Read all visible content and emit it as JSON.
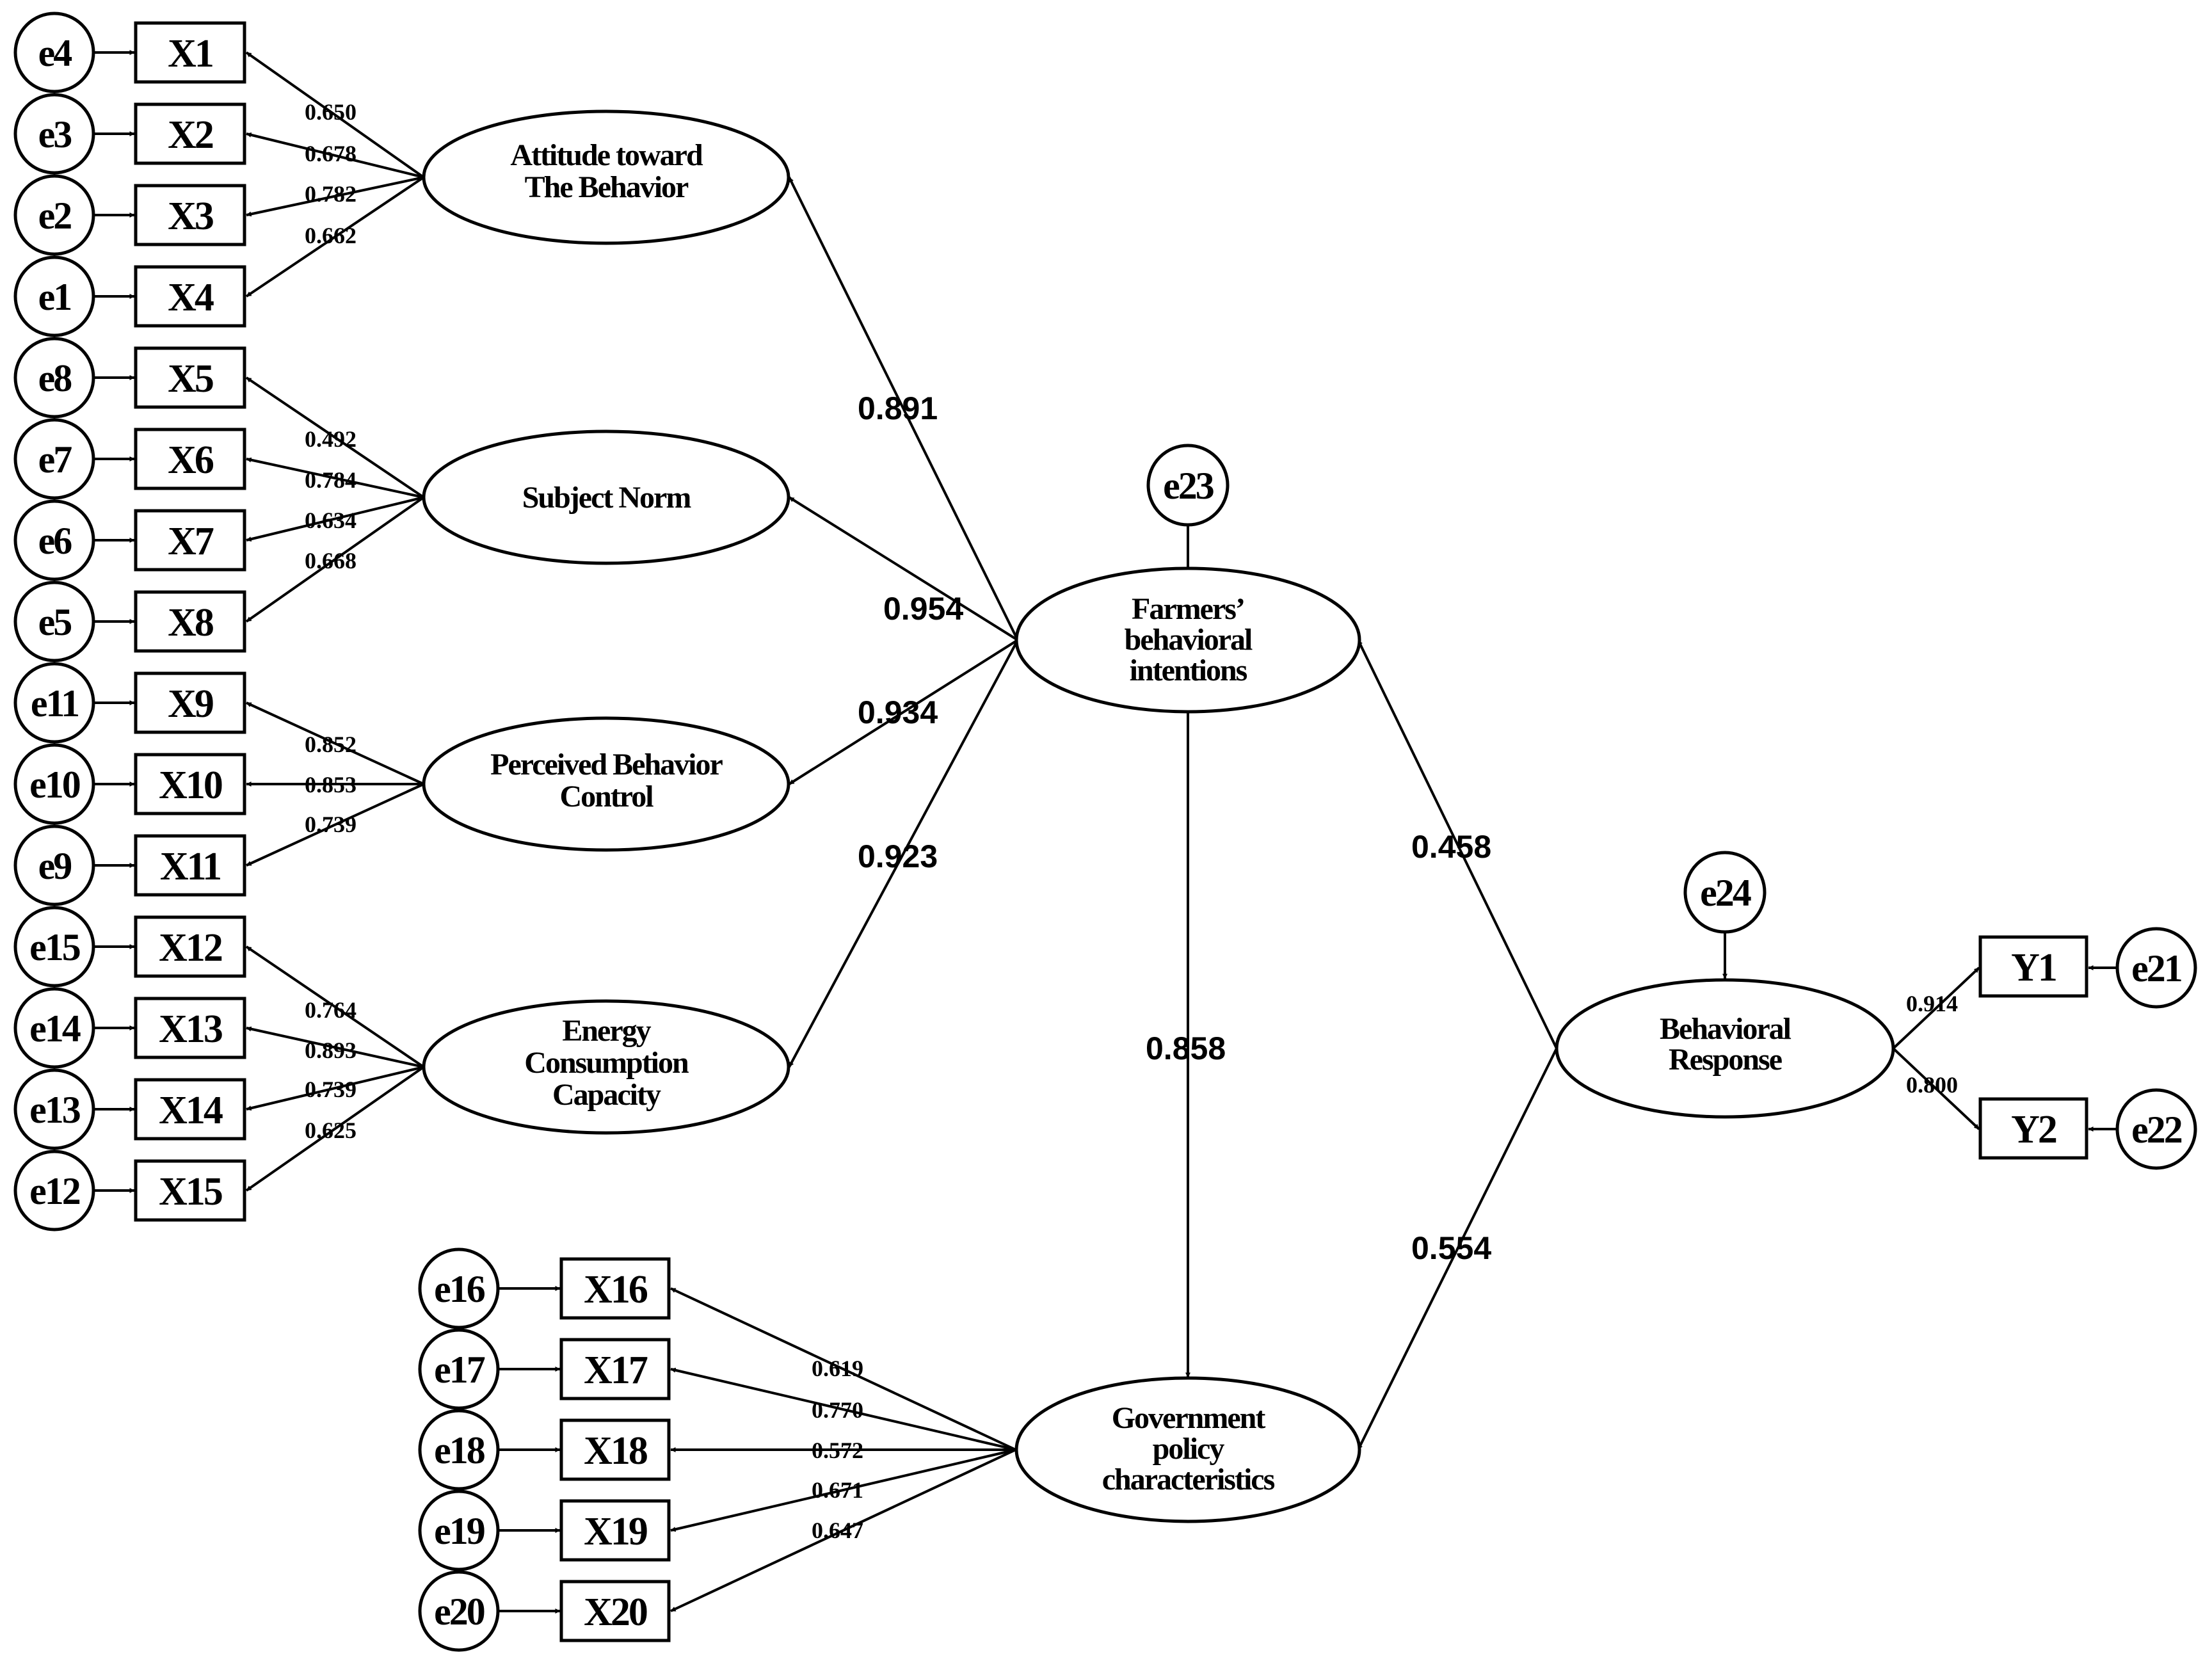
{
  "latents": {
    "attitude": {
      "line1": "Attitude toward",
      "line2": "The Behavior"
    },
    "subject_norm": {
      "line1": "Subject Norm"
    },
    "pbc": {
      "line1": "Perceived Behavior",
      "line2": "Control"
    },
    "energy": {
      "line1": "Energy",
      "line2": "Consumption",
      "line3": "Capacity"
    },
    "intentions": {
      "line1": "Farmers’",
      "line2": "behavioral",
      "line3": "intentions"
    },
    "government": {
      "line1": "Government",
      "line2": "policy",
      "line3": "characteristics"
    },
    "response": {
      "line1": "Behavioral",
      "line2": "Response"
    }
  },
  "observed": {
    "x1": "X1",
    "x2": "X2",
    "x3": "X3",
    "x4": "X4",
    "x5": "X5",
    "x6": "X6",
    "x7": "X7",
    "x8": "X8",
    "x9": "X9",
    "x10": "X10",
    "x11": "X11",
    "x12": "X12",
    "x13": "X13",
    "x14": "X14",
    "x15": "X15",
    "x16": "X16",
    "x17": "X17",
    "x18": "X18",
    "x19": "X19",
    "x20": "X20",
    "y1": "Y1",
    "y2": "Y2"
  },
  "errors": {
    "x1": "e4",
    "x2": "e3",
    "x3": "e2",
    "x4": "e1",
    "x5": "e8",
    "x6": "e7",
    "x7": "e6",
    "x8": "e5",
    "x9": "e11",
    "x10": "e10",
    "x11": "e9",
    "x12": "e15",
    "x13": "e14",
    "x14": "e13",
    "x15": "e12",
    "x16": "e16",
    "x17": "e17",
    "x18": "e18",
    "x19": "e19",
    "x20": "e20",
    "y1": "e21",
    "y2": "e22",
    "intentions": "e23",
    "response": "e24"
  },
  "loadings": {
    "x1": "0.650",
    "x2": "0.678",
    "x3": "0.782",
    "x4": "0.662",
    "x5": "0.492",
    "x6": "0.784",
    "x7": "0.634",
    "x8": "0.668",
    "x9": "0.852",
    "x10": "0.853",
    "x11": "0.739",
    "x12": "0.764",
    "x13": "0.893",
    "x14": "0.739",
    "x15": "0.625",
    "x16": "0.619",
    "x17": "0.770",
    "x18": "0.572",
    "x19": "0.671",
    "x20": "0.647",
    "y1": "0.914",
    "y2": "0.800"
  },
  "paths": {
    "attitude": "0.891",
    "subject_norm": "0.954",
    "pbc": "0.934",
    "energy": "0.923",
    "intentions_government": "0.858",
    "response_intentions": "0.458",
    "response_government": "0.554"
  }
}
